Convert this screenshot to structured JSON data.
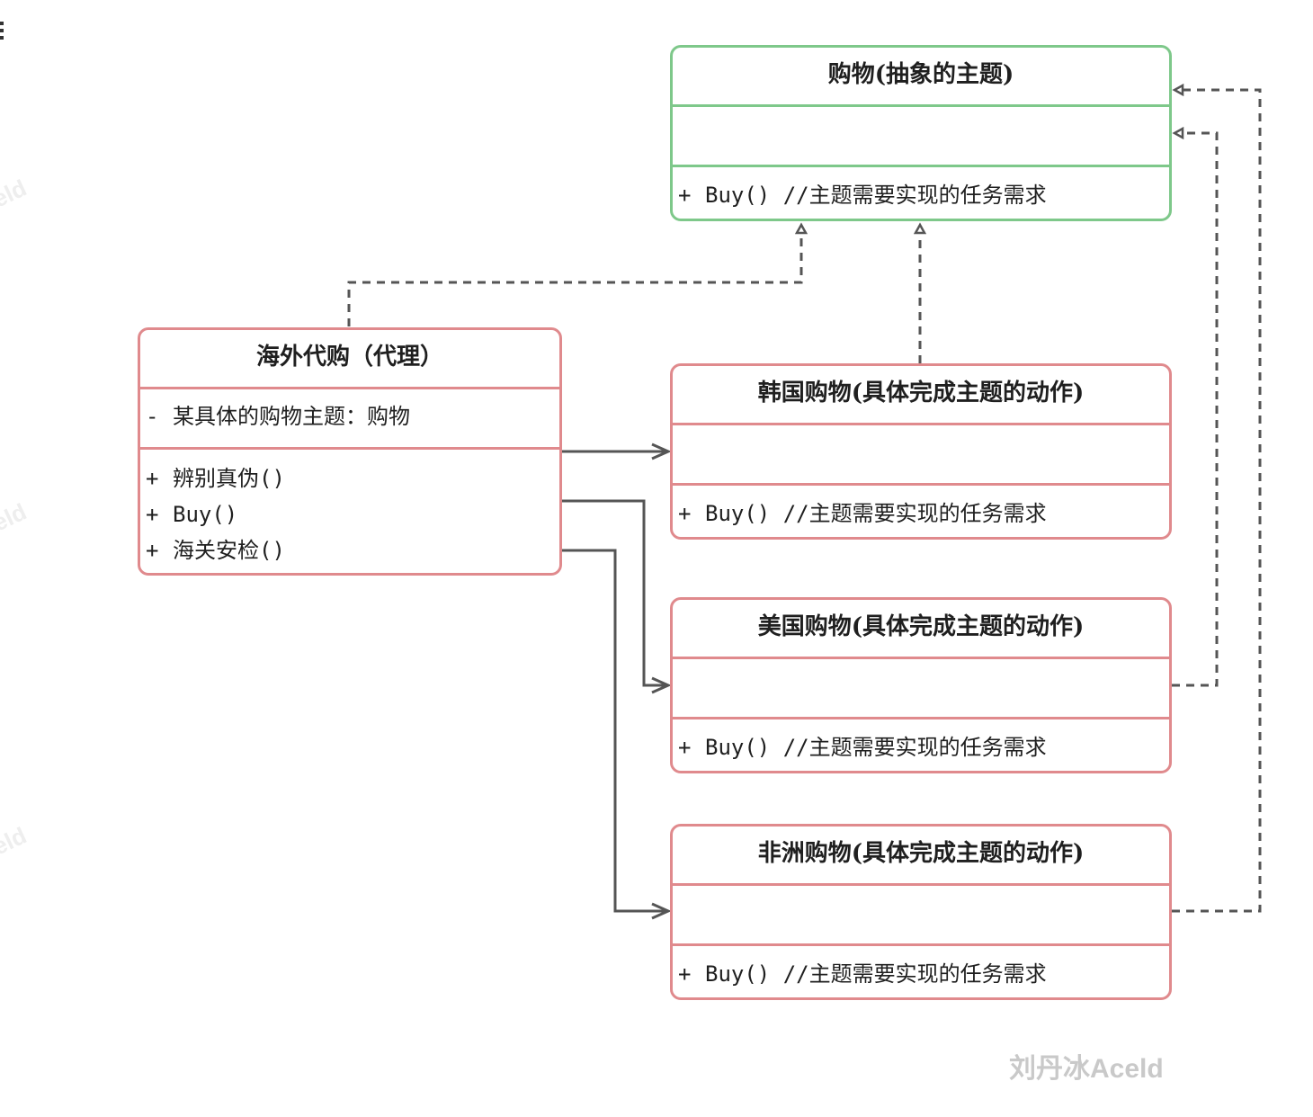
{
  "classes": {
    "abstract": {
      "title": "购物(抽象的主题)",
      "ops": [
        {
          "vis": "+",
          "text": "Buy() //主题需要实现的任务需求"
        }
      ]
    },
    "proxy": {
      "title": "海外代购（代理）",
      "attrs": [
        {
          "vis": "-",
          "text": "某具体的购物主题：购物"
        }
      ],
      "ops": [
        {
          "vis": "+",
          "text": "辨别真伪()"
        },
        {
          "vis": "+",
          "text": "Buy()"
        },
        {
          "vis": "+",
          "text": "海关安检()"
        }
      ]
    },
    "korea": {
      "title": "韩国购物(具体完成主题的动作)",
      "ops": [
        {
          "vis": "+",
          "text": "Buy() //主题需要实现的任务需求"
        }
      ]
    },
    "usa": {
      "title": "美国购物(具体完成主题的动作)",
      "ops": [
        {
          "vis": "+",
          "text": "Buy() //主题需要实现的任务需求"
        }
      ]
    },
    "africa": {
      "title": "非洲购物(具体完成主题的动作)",
      "ops": [
        {
          "vis": "+",
          "text": "Buy() //主题需要实现的任务需求"
        }
      ]
    }
  },
  "watermark": {
    "main": "刘丹冰Aceld",
    "side": "eld"
  },
  "colors": {
    "abstract_border": "#7ec88a",
    "concrete_border": "#e08a8d",
    "connector": "#555555"
  }
}
